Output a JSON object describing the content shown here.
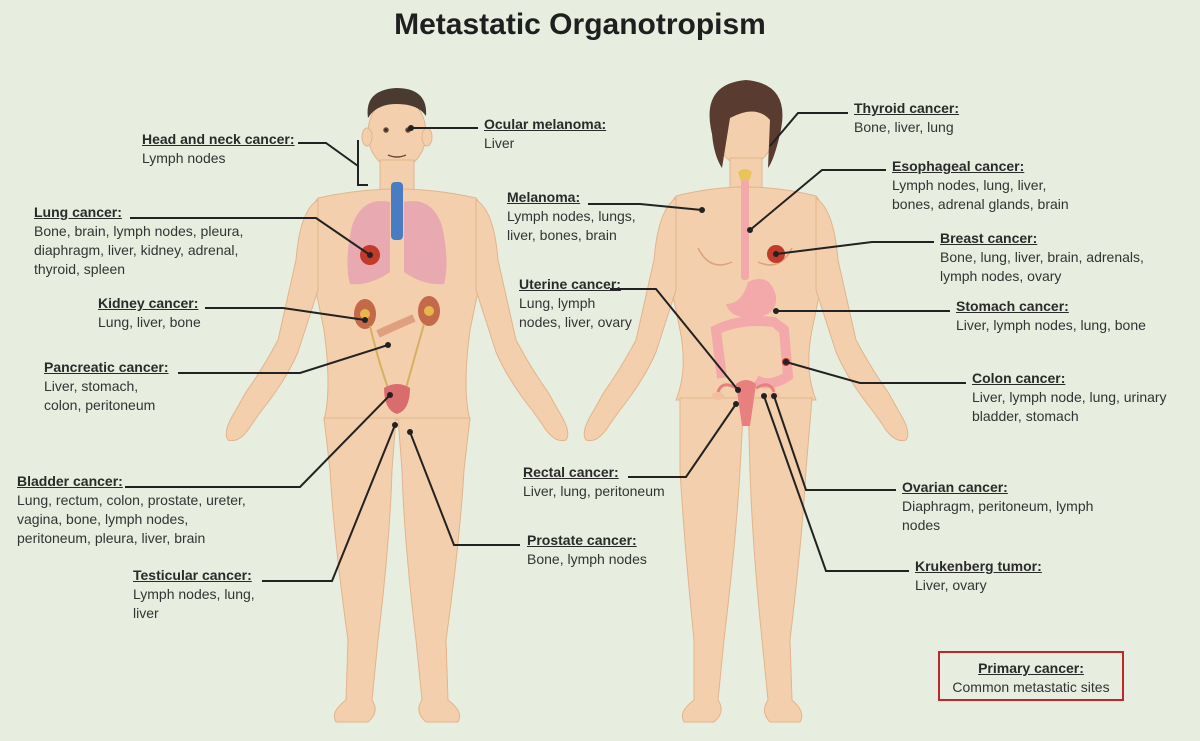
{
  "title": "Metastatic Organotropism",
  "colors": {
    "background": "#e7eee0",
    "skin": "#f3cfad",
    "skin_shadow": "#e8bb94",
    "hair_male": "#4a3a30",
    "hair_female": "#5a3b2f",
    "lungs": "#e8a9b0",
    "trachea": "#4a7cc4",
    "tumor": "#c23a2a",
    "organs": "#f3a9a9",
    "legend_border": "#c0272d"
  },
  "labels": [
    {
      "id": "head-neck",
      "name": "Head and neck cancer:",
      "sites": [
        "Lymph nodes"
      ]
    },
    {
      "id": "ocular-melanoma",
      "name": "Ocular melanoma:",
      "sites": [
        "Liver"
      ]
    },
    {
      "id": "lung",
      "name": "Lung cancer:",
      "sites": [
        "Bone, brain, lymph nodes, pleura,",
        "diaphragm, liver, kidney, adrenal,",
        "thyroid, spleen"
      ]
    },
    {
      "id": "kidney",
      "name": "Kidney cancer:",
      "sites": [
        "Lung, liver, bone"
      ]
    },
    {
      "id": "pancreatic",
      "name": "Pancreatic cancer:",
      "sites": [
        "Liver, stomach,",
        "colon, peritoneum"
      ]
    },
    {
      "id": "bladder",
      "name": "Bladder cancer:",
      "sites": [
        "Lung, rectum, colon, prostate, ureter,",
        "vagina, bone, lymph nodes,",
        "peritoneum, pleura, liver, brain"
      ]
    },
    {
      "id": "testicular",
      "name": "Testicular cancer:",
      "sites": [
        "Lymph nodes, lung,",
        "liver"
      ]
    },
    {
      "id": "prostate",
      "name": "Prostate cancer:",
      "sites": [
        "Bone, lymph nodes"
      ]
    },
    {
      "id": "melanoma",
      "name": "Melanoma:",
      "sites": [
        "Lymph nodes, lungs,",
        "liver, bones, brain"
      ]
    },
    {
      "id": "uterine",
      "name": "Uterine cancer:",
      "sites": [
        "Lung, lymph",
        "nodes, liver, ovary"
      ]
    },
    {
      "id": "rectal",
      "name": "Rectal cancer:",
      "sites": [
        "Liver, lung, peritoneum"
      ]
    },
    {
      "id": "thyroid",
      "name": "Thyroid cancer:",
      "sites": [
        "Bone, liver, lung"
      ]
    },
    {
      "id": "esophageal",
      "name": "Esophageal cancer:",
      "sites": [
        "Lymph nodes, lung, liver,",
        "bones, adrenal glands, brain"
      ]
    },
    {
      "id": "breast",
      "name": "Breast cancer:",
      "sites": [
        "Bone, lung, liver, brain, adrenals,",
        "lymph nodes, ovary"
      ]
    },
    {
      "id": "stomach",
      "name": "Stomach cancer:",
      "sites": [
        "Liver, lymph nodes, lung, bone"
      ]
    },
    {
      "id": "colon",
      "name": "Colon cancer:",
      "sites": [
        "Liver, lymph node, lung, urinary",
        "bladder, stomach"
      ]
    },
    {
      "id": "ovarian",
      "name": "Ovarian cancer:",
      "sites": [
        "Diaphragm, peritoneum, lymph",
        "nodes"
      ]
    },
    {
      "id": "krukenberg",
      "name": "Krukenberg tumor:",
      "sites": [
        "Liver, ovary"
      ]
    }
  ],
  "legend": {
    "name": "Primary cancer:",
    "sites": "Common metastatic sites"
  }
}
